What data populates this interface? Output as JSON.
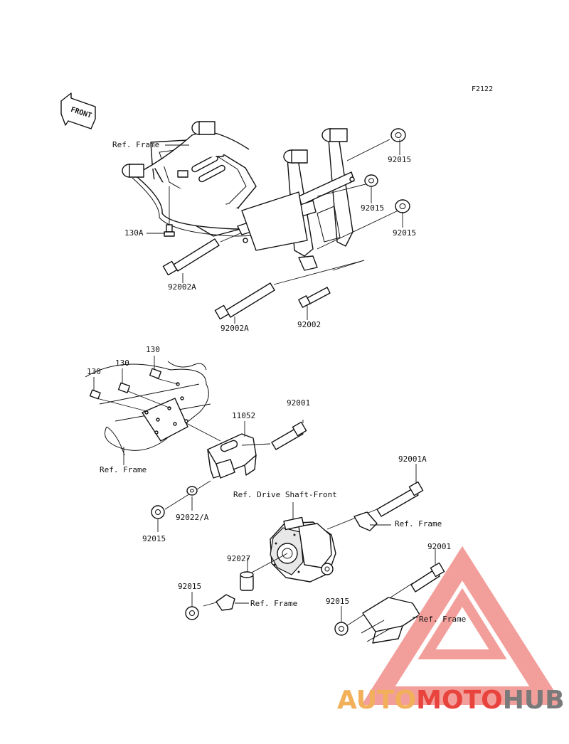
{
  "figure_code": "F2122",
  "front_label": "FRONT",
  "labels": {
    "ref_frame_top": "Ref. Frame",
    "p92015_a": "92015",
    "p92015_b": "92015",
    "p92015_c": "92015",
    "p130A": "130A",
    "p92002A_a": "92002A",
    "p92002A_b": "92002A",
    "p92002": "92002",
    "p130_a": "130",
    "p130_b": "130",
    "p130_c": "130",
    "p11052": "11052",
    "p92001_a": "92001",
    "ref_frame_mid": "Ref. Frame",
    "p92001A": "92001A",
    "ref_drive_shaft": "Ref. Drive Shaft-Front",
    "ref_frame_right": "Ref. Frame",
    "p92015_d": "92015",
    "p92022A": "92022/A",
    "p92027": "92027",
    "p92001_b": "92001",
    "p92015_e": "92015",
    "ref_frame_low": "Ref. Frame",
    "p92015_f": "92015",
    "ref_frame_lowright": "Ref. Frame"
  },
  "watermark": {
    "auto": "AUTO",
    "moto": "MOTO",
    "hub": "HUB",
    "colors": {
      "auto": "#f2b05a",
      "moto": "#e8433c",
      "hub": "#7a7a7a",
      "triangle": "#f08a86"
    }
  }
}
